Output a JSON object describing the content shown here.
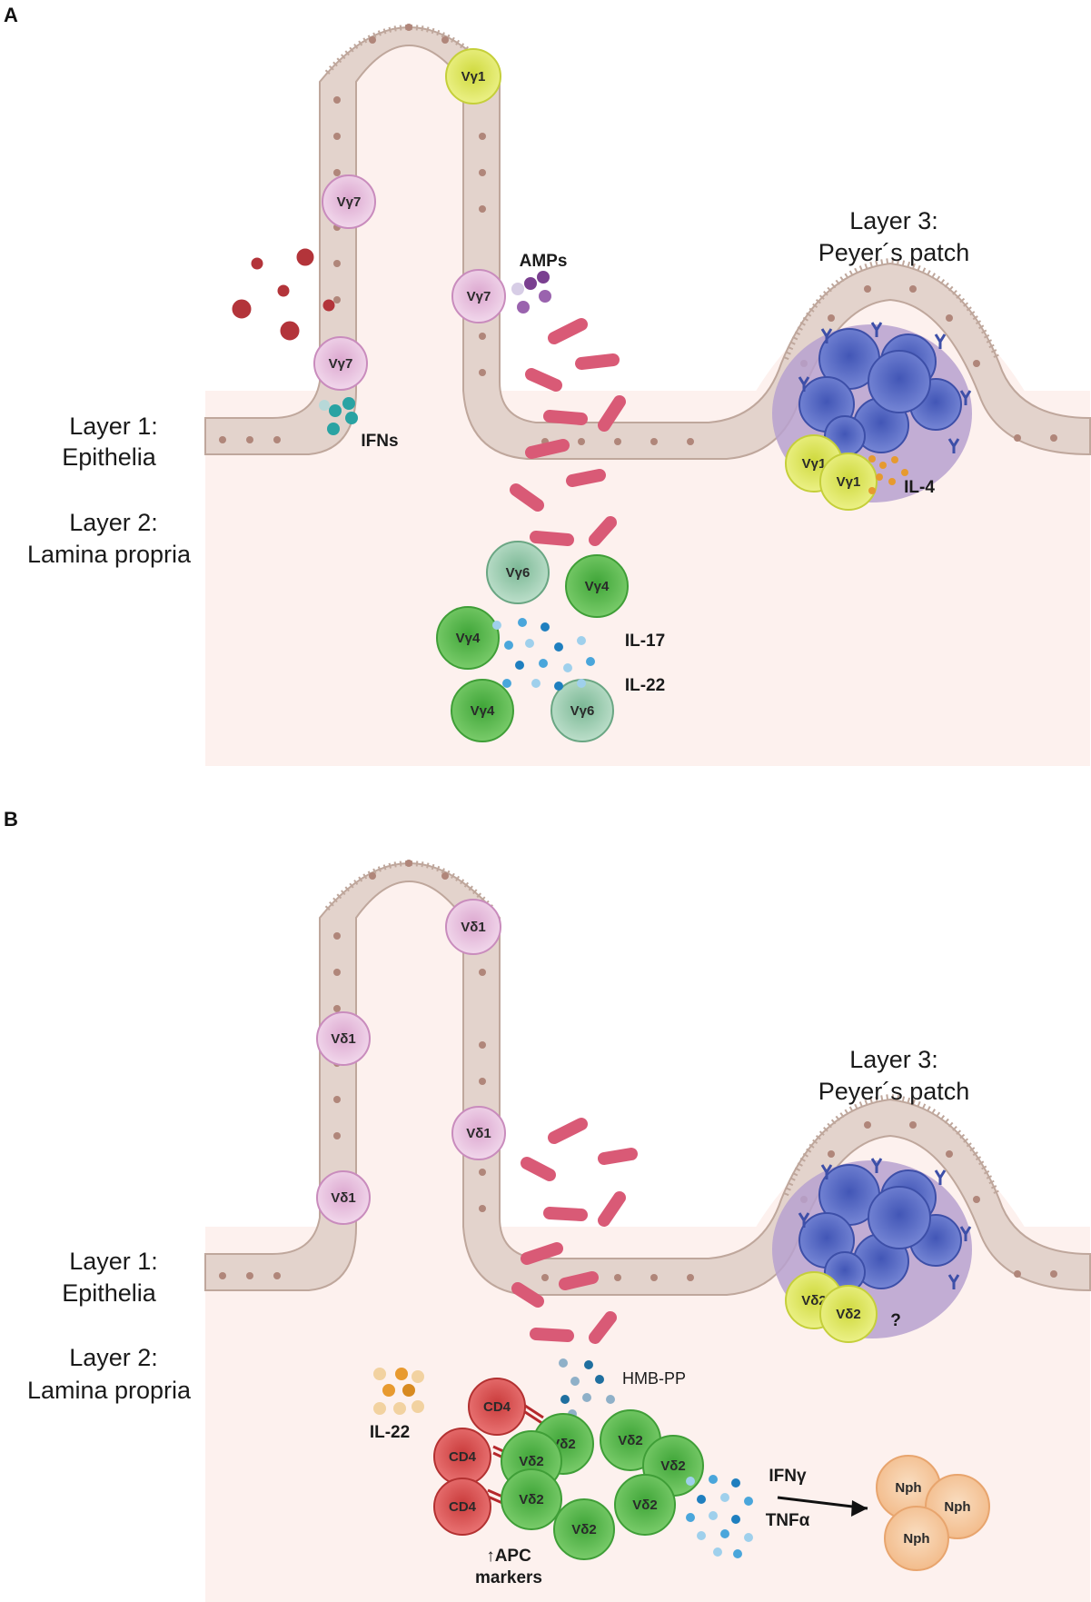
{
  "panels": [
    {
      "letter": "A",
      "layer1": [
        "Layer 1:",
        "Epithelia"
      ],
      "layer2": [
        "Layer 2:",
        "Lamina propria"
      ],
      "layer3": [
        "Layer 3:",
        "Peyer´s patch"
      ],
      "cells": {
        "top": "Vγ1",
        "vg7_a": "Vγ7",
        "vg7_b": "Vγ7",
        "vg7_c": "Vγ7",
        "patch_1": "Vγ1",
        "patch_2": "Vγ1",
        "vg6_a": "Vγ6",
        "vg4_a": "Vγ4",
        "vg4_b": "Vγ4",
        "vg4_c": "Vγ4",
        "vg6_b": "Vγ6"
      },
      "labels": {
        "amps": "AMPs",
        "ifns": "IFNs",
        "il4": "IL-4",
        "il17": "IL-17",
        "il22": "IL-22"
      }
    },
    {
      "letter": "B",
      "layer1": [
        "Layer 1:",
        "Epithelia"
      ],
      "layer2": [
        "Layer 2:",
        "Lamina propria"
      ],
      "layer3": [
        "Layer 3:",
        "Peyer´s patch"
      ],
      "cells": {
        "vd1_a": "Vδ1",
        "vd1_b": "Vδ1",
        "vd1_c": "Vδ1",
        "vd1_d": "Vδ1",
        "patch_1": "Vδ2",
        "patch_2": "Vδ2",
        "cd4_a": "CD4",
        "cd4_b": "CD4",
        "cd4_c": "CD4",
        "vd2": "Vδ2",
        "nph": "Nph"
      },
      "labels": {
        "question": "?",
        "hmbpp": "HMB-PP",
        "il22": "IL-22",
        "ifng": "IFNγ",
        "tnfa": "TNFα",
        "apc_1": "↑APC",
        "apc_2": "markers"
      }
    }
  ],
  "colors": {
    "epithelium": "#e3d3cc",
    "epithelium_stroke": "#bfa79c",
    "nucleus": "#b0867a",
    "lamina": "#fdf1ee",
    "patch": "#b7a1cf",
    "bcell": "#5a6cc4",
    "pink_cell": "#e7b6d9",
    "yellow_cell": "#d9e34f",
    "green_cell": "#63bb55",
    "gray_green_cell": "#9ccfb1",
    "red_cell": "#de4f4f",
    "bacteria": "#d95a76",
    "virus": "#b3343a",
    "neutrophil": "#f6c79b"
  }
}
